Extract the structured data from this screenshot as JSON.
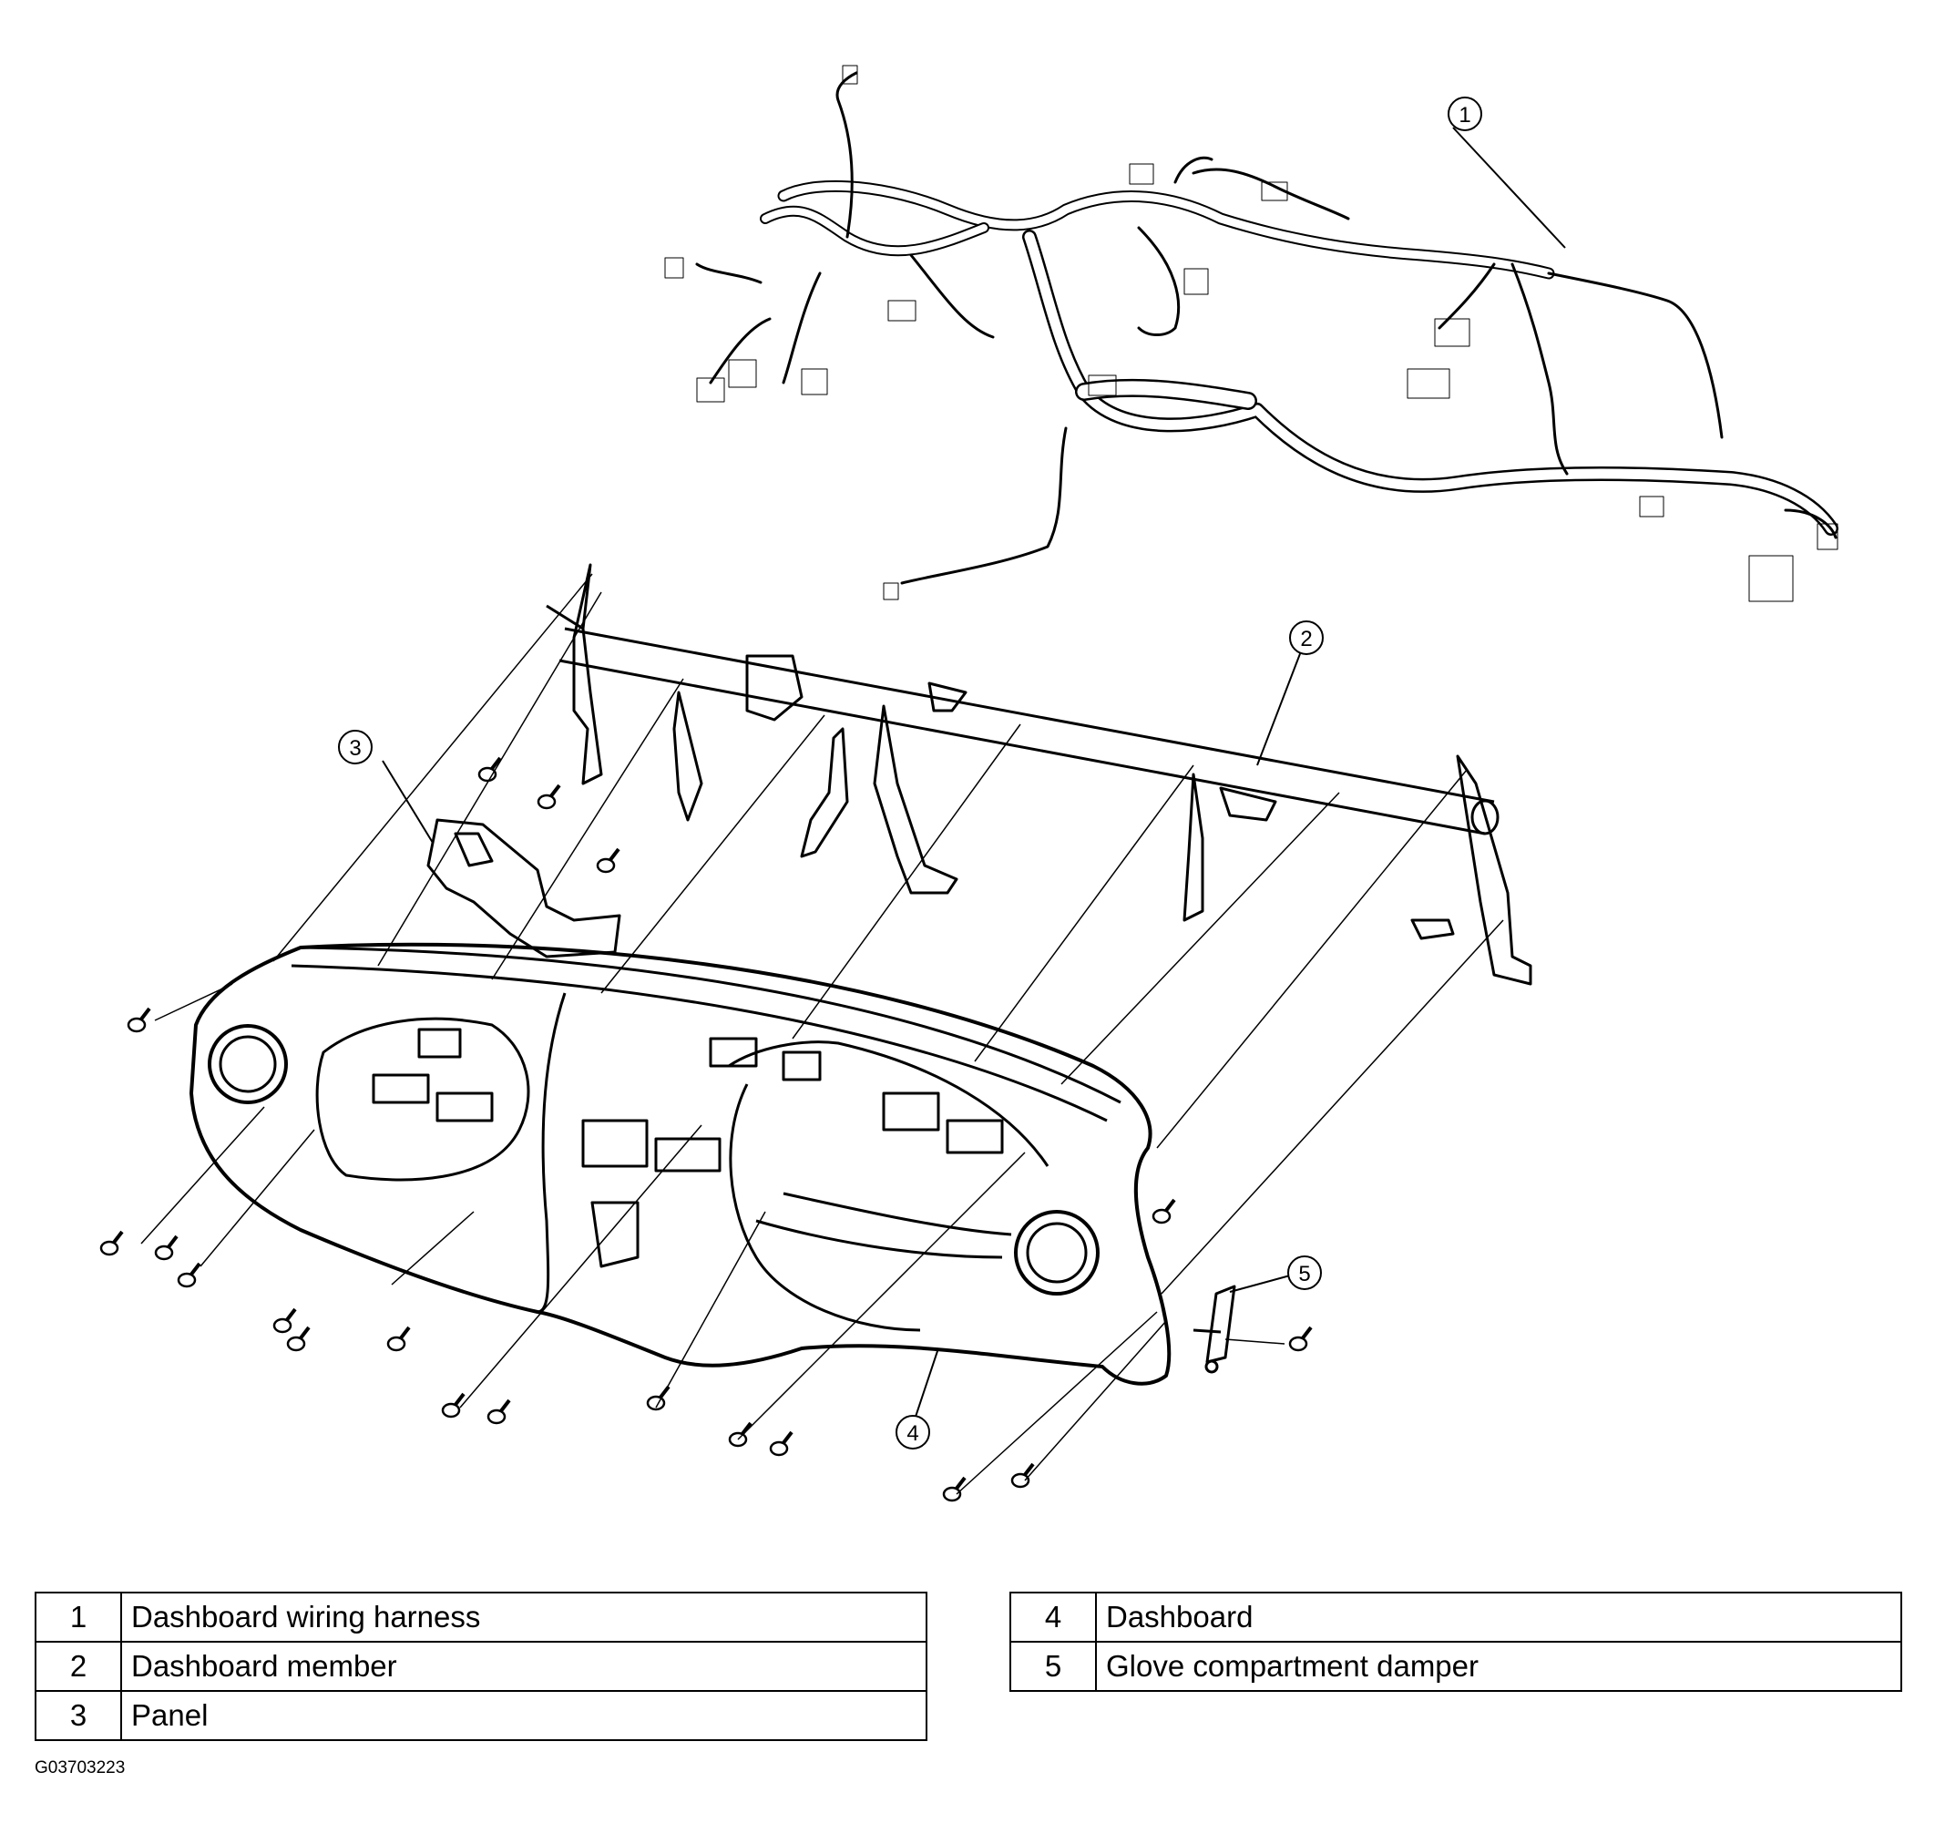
{
  "callouts": [
    "1",
    "2",
    "3",
    "4",
    "5"
  ],
  "legend": {
    "left": [
      {
        "num": "1",
        "label": "Dashboard wiring harness"
      },
      {
        "num": "2",
        "label": "Dashboard member"
      },
      {
        "num": "3",
        "label": "Panel"
      }
    ],
    "right": [
      {
        "num": "4",
        "label": "Dashboard"
      },
      {
        "num": "5",
        "label": "Glove compartment damper"
      }
    ]
  },
  "figure_code": "G03703223"
}
